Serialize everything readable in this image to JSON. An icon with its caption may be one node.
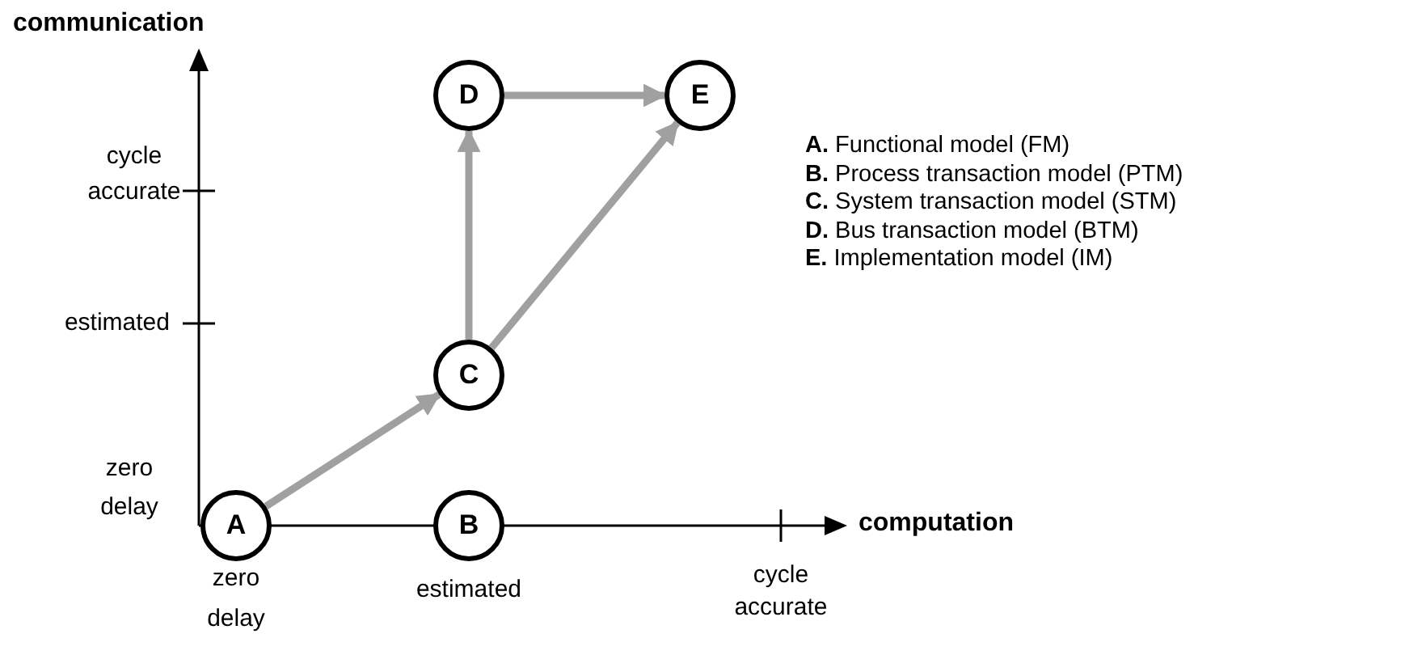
{
  "diagram": {
    "nodes": [
      {
        "text": [
          "A"
        ]
      },
      {
        "text": [
          "B"
        ]
      },
      {
        "text": [
          "C"
        ]
      },
      {
        "text": [
          "D"
        ]
      },
      {
        "text": [
          "E"
        ]
      }
    ],
    "edges": [
      {
        "from": 0,
        "to": 2,
        "arrow": "to"
      },
      {
        "from": 2,
        "to": 3,
        "arrow": "to"
      },
      {
        "from": 3,
        "to": 4,
        "arrow": "to"
      },
      {
        "from": 2,
        "to": 4,
        "arrow": "to"
      }
    ],
    "labels": [
      "communication",
      "cycle accurate",
      "estimated",
      "zero delay",
      "zero delay",
      "estimated",
      "cycle accurate",
      "computation",
      "**A.** Functional model (FM)",
      "**B.** Process transaction model (PTM)",
      "**C.** System transaction model (STM)",
      "**D.** Bus transaction model (BTM)",
      "**E.** Implementation model (IM)"
    ]
  }
}
